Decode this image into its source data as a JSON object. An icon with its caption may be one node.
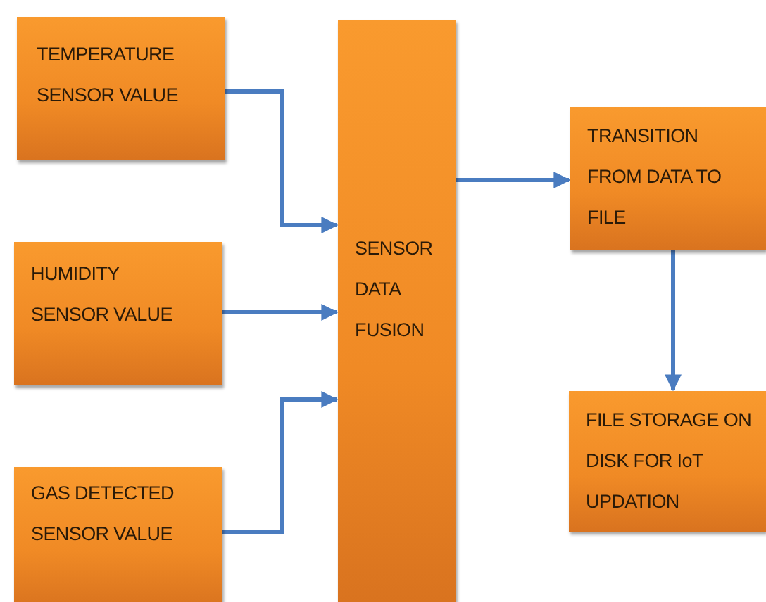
{
  "diagram": {
    "nodes": [
      {
        "text": [
          "TEMPERATURE SENSOR VALUE"
        ]
      },
      {
        "text": [
          "HUMIDITY SENSOR VALUE"
        ]
      },
      {
        "text": [
          "GAS DETECTED SENSOR VALUE"
        ]
      },
      {
        "text": [
          "SENSOR DATA FUSION"
        ]
      },
      {
        "text": [
          "TRANSITION FROM DATA TO FILE"
        ]
      },
      {
        "text": [
          "FILE STORAGE ON DISK FOR IoT UPDATION"
        ]
      }
    ],
    "edges": [
      {
        "from": 0,
        "to": 3,
        "arrow": "to"
      },
      {
        "from": 1,
        "to": 3,
        "arrow": "to"
      },
      {
        "from": 2,
        "to": 3,
        "arrow": "to"
      },
      {
        "from": 3,
        "to": 4,
        "arrow": "to"
      },
      {
        "from": 4,
        "to": 5,
        "arrow": "to"
      }
    ]
  }
}
